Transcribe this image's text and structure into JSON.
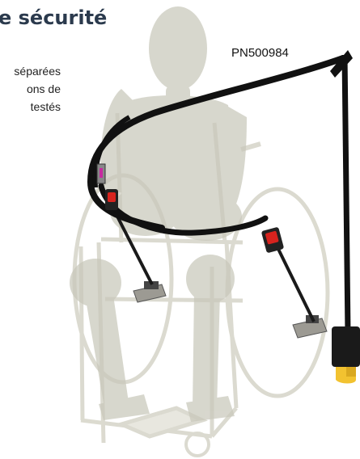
{
  "page": {
    "title": "e sécurité",
    "description_lines": [
      "séparées",
      "ons de",
      "testés"
    ],
    "part_number": "PN500984"
  },
  "colors": {
    "title": "#2b3a4d",
    "belt": "#111111",
    "buckle_red": "#d7231e",
    "hook_yellow": "#f2c230",
    "dummy": "#c9c8bb",
    "chair_frame": "#d8d7cb"
  },
  "illustration": {
    "subject": "wheelchair-occupant-restraint",
    "elements": [
      "crash-test-dummy",
      "wheelchair",
      "lap-shoulder-belt",
      "floor-anchors",
      "pillar-anchor"
    ]
  }
}
